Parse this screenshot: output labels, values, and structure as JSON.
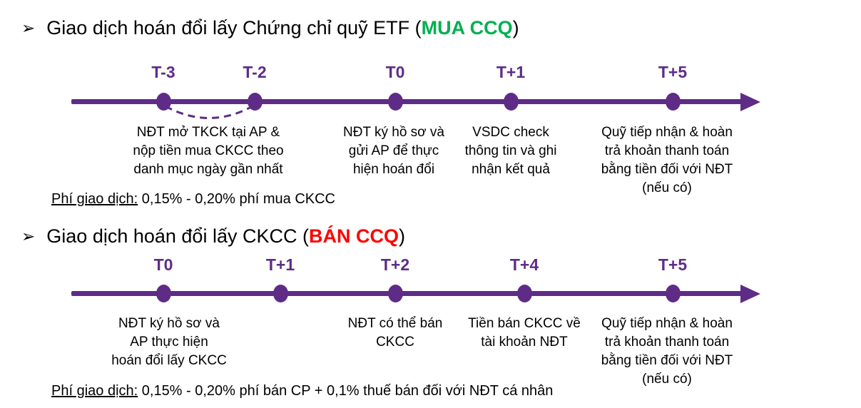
{
  "colors": {
    "purple": "#5E2C87",
    "green": "#00B050",
    "red": "#FF0000",
    "text": "#000000"
  },
  "sections": [
    {
      "title": {
        "bullet": "➢",
        "text": "Giao dịch hoán đổi lấy Chứng chỉ quỹ ETF (",
        "highlight": "MUA CCQ",
        "suffix": ")",
        "highlight_color": "#00B050"
      },
      "milestones": [
        {
          "label": "T-3"
        },
        {
          "label": "T-2"
        },
        {
          "label": "T0"
        },
        {
          "label": "T+1"
        },
        {
          "label": "T+5"
        }
      ],
      "connector": "dashed-arc between T-3 and T-2",
      "notes": [
        {
          "lines": [
            "NĐT mở TKCK tại AP &",
            "nộp tiền mua CKCC theo",
            "danh mục ngày gần nhất"
          ]
        },
        {
          "lines": [
            "NĐT ký hồ sơ và",
            "gửi AP để thực",
            "hiện hoán đổi"
          ]
        },
        {
          "lines": [
            "VSDC check",
            "thông tin và ghi",
            "nhận kết quả"
          ]
        },
        {
          "lines": [
            "Quỹ tiếp nhận & hoàn",
            "trả khoản thanh toán",
            "bằng tiền đối với NĐT",
            "(nếu có)"
          ]
        }
      ],
      "fee": {
        "label": "Phí giao dịch:",
        "text": " 0,15% - 0,20% phí mua CKCC"
      }
    },
    {
      "title": {
        "bullet": "➢",
        "text": "Giao dịch hoán đổi lấy CKCC (",
        "highlight": "BÁN CCQ",
        "suffix": ")",
        "highlight_color": "#FF0000"
      },
      "milestones": [
        {
          "label": "T0"
        },
        {
          "label": "T+1"
        },
        {
          "label": "T+2"
        },
        {
          "label": "T+4"
        },
        {
          "label": "T+5"
        }
      ],
      "notes": [
        {
          "lines": [
            "NĐT ký hồ sơ và",
            "AP thực hiện",
            "hoán đổi lấy CKCC"
          ]
        },
        {
          "lines": [
            "NĐT có thể bán",
            "CKCC"
          ]
        },
        {
          "lines": [
            "Tiền bán CKCC về",
            "tài khoản NĐT"
          ]
        },
        {
          "lines": [
            "Quỹ tiếp nhận & hoàn",
            "trả khoản thanh toán",
            "bằng tiền đối với NĐT",
            "(nếu có)"
          ]
        }
      ],
      "fee": {
        "label": "Phí giao dịch:",
        "text": " 0,15% - 0,20% phí bán CP + 0,1% thuế bán đối với NĐT cá nhân"
      }
    }
  ]
}
